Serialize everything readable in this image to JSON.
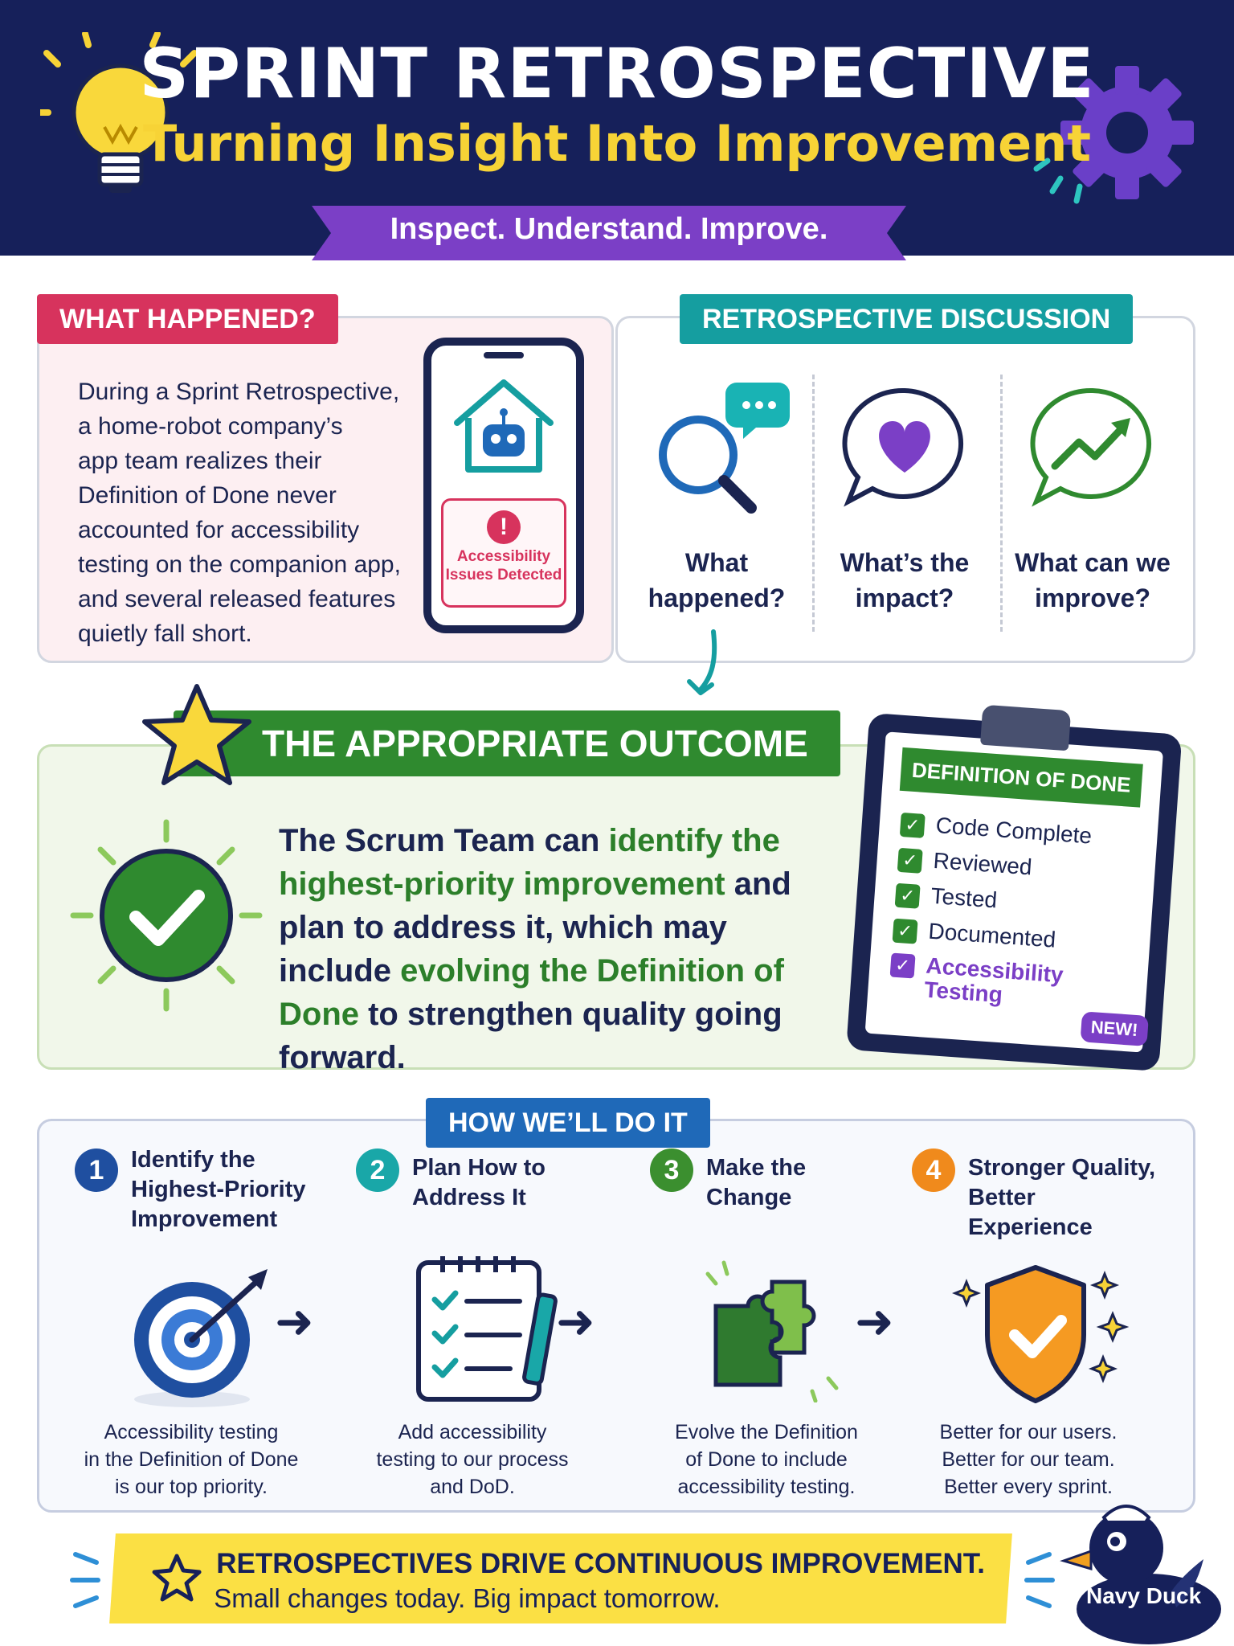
{
  "header": {
    "title": "SPRINT RETROSPECTIVE",
    "subtitle": "Turning Insight Into Improvement",
    "ribbon": "Inspect. Understand. Improve."
  },
  "what_happened": {
    "tag": "WHAT HAPPENED?",
    "lines": [
      "During a Sprint Retrospective,",
      "a home-robot company’s",
      "app team realizes their",
      "Definition of Done never",
      "accounted for accessibility",
      "testing on the companion app,",
      "and several released features",
      "quietly fall short."
    ],
    "phone_alert": [
      "Accessibility",
      "Issues Detected"
    ]
  },
  "discussion": {
    "tag": "RETROSPECTIVE DISCUSSION",
    "questions": [
      {
        "line1": "What",
        "line2": "happened?",
        "icon": "magnifier-chat-icon"
      },
      {
        "line1": "What’s the",
        "line2": "impact?",
        "icon": "heart-bubble-icon"
      },
      {
        "line1": "What can we",
        "line2": "improve?",
        "icon": "growth-bubble-icon"
      }
    ]
  },
  "outcome": {
    "tag": "THE APPROPRIATE OUTCOME",
    "text_parts": [
      "The Scrum Team can ",
      "identify the highest-priority improvement",
      " and plan to address it, which may include ",
      "evolving the Definition of Done",
      " to strengthen quality going forward."
    ]
  },
  "dod": {
    "title": "DEFINITION OF DONE",
    "items": [
      "Code Complete",
      "Reviewed",
      "Tested",
      "Documented"
    ],
    "new_item": [
      "Accessibility",
      "Testing"
    ],
    "new_badge": "NEW!"
  },
  "how": {
    "tag": "HOW WE’LL DO IT",
    "steps": [
      {
        "num": "1",
        "title": [
          "Identify the",
          "Highest-Priority",
          "Improvement"
        ],
        "desc": [
          "Accessibility testing",
          "in the Definition of Done",
          "is our top priority."
        ],
        "color": "#1f4fa0",
        "icon": "target-icon"
      },
      {
        "num": "2",
        "title": [
          "Plan How to",
          "Address It"
        ],
        "desc": [
          "Add accessibility",
          "testing to our process",
          "and DoD."
        ],
        "color": "#19a7a8",
        "icon": "checklist-notepad-icon"
      },
      {
        "num": "3",
        "title": [
          "Make the",
          "Change"
        ],
        "desc": [
          "Evolve the Definition",
          "of Done to include",
          "accessibility testing."
        ],
        "color": "#3b8f2f",
        "icon": "puzzle-icon"
      },
      {
        "num": "4",
        "title": [
          "Stronger Quality,",
          "Better Experience"
        ],
        "desc": [
          "Better for our users.",
          "Better for our team.",
          "Better every sprint."
        ],
        "color": "#f08a1c",
        "icon": "shield-check-icon"
      }
    ]
  },
  "footer": {
    "line1": "RETROSPECTIVES DRIVE CONTINUOUS IMPROVEMENT.",
    "line2": "Small changes today. Big impact tomorrow.",
    "mascot": "Navy Duck"
  },
  "colors": {
    "navy": "#16205a",
    "yellow": "#f7d336",
    "purple": "#7b3fc6",
    "pink": "#d7335d",
    "teal": "#159ea0",
    "green": "#2f8a2f",
    "blue": "#1f69b8",
    "orange": "#f08a1c"
  }
}
